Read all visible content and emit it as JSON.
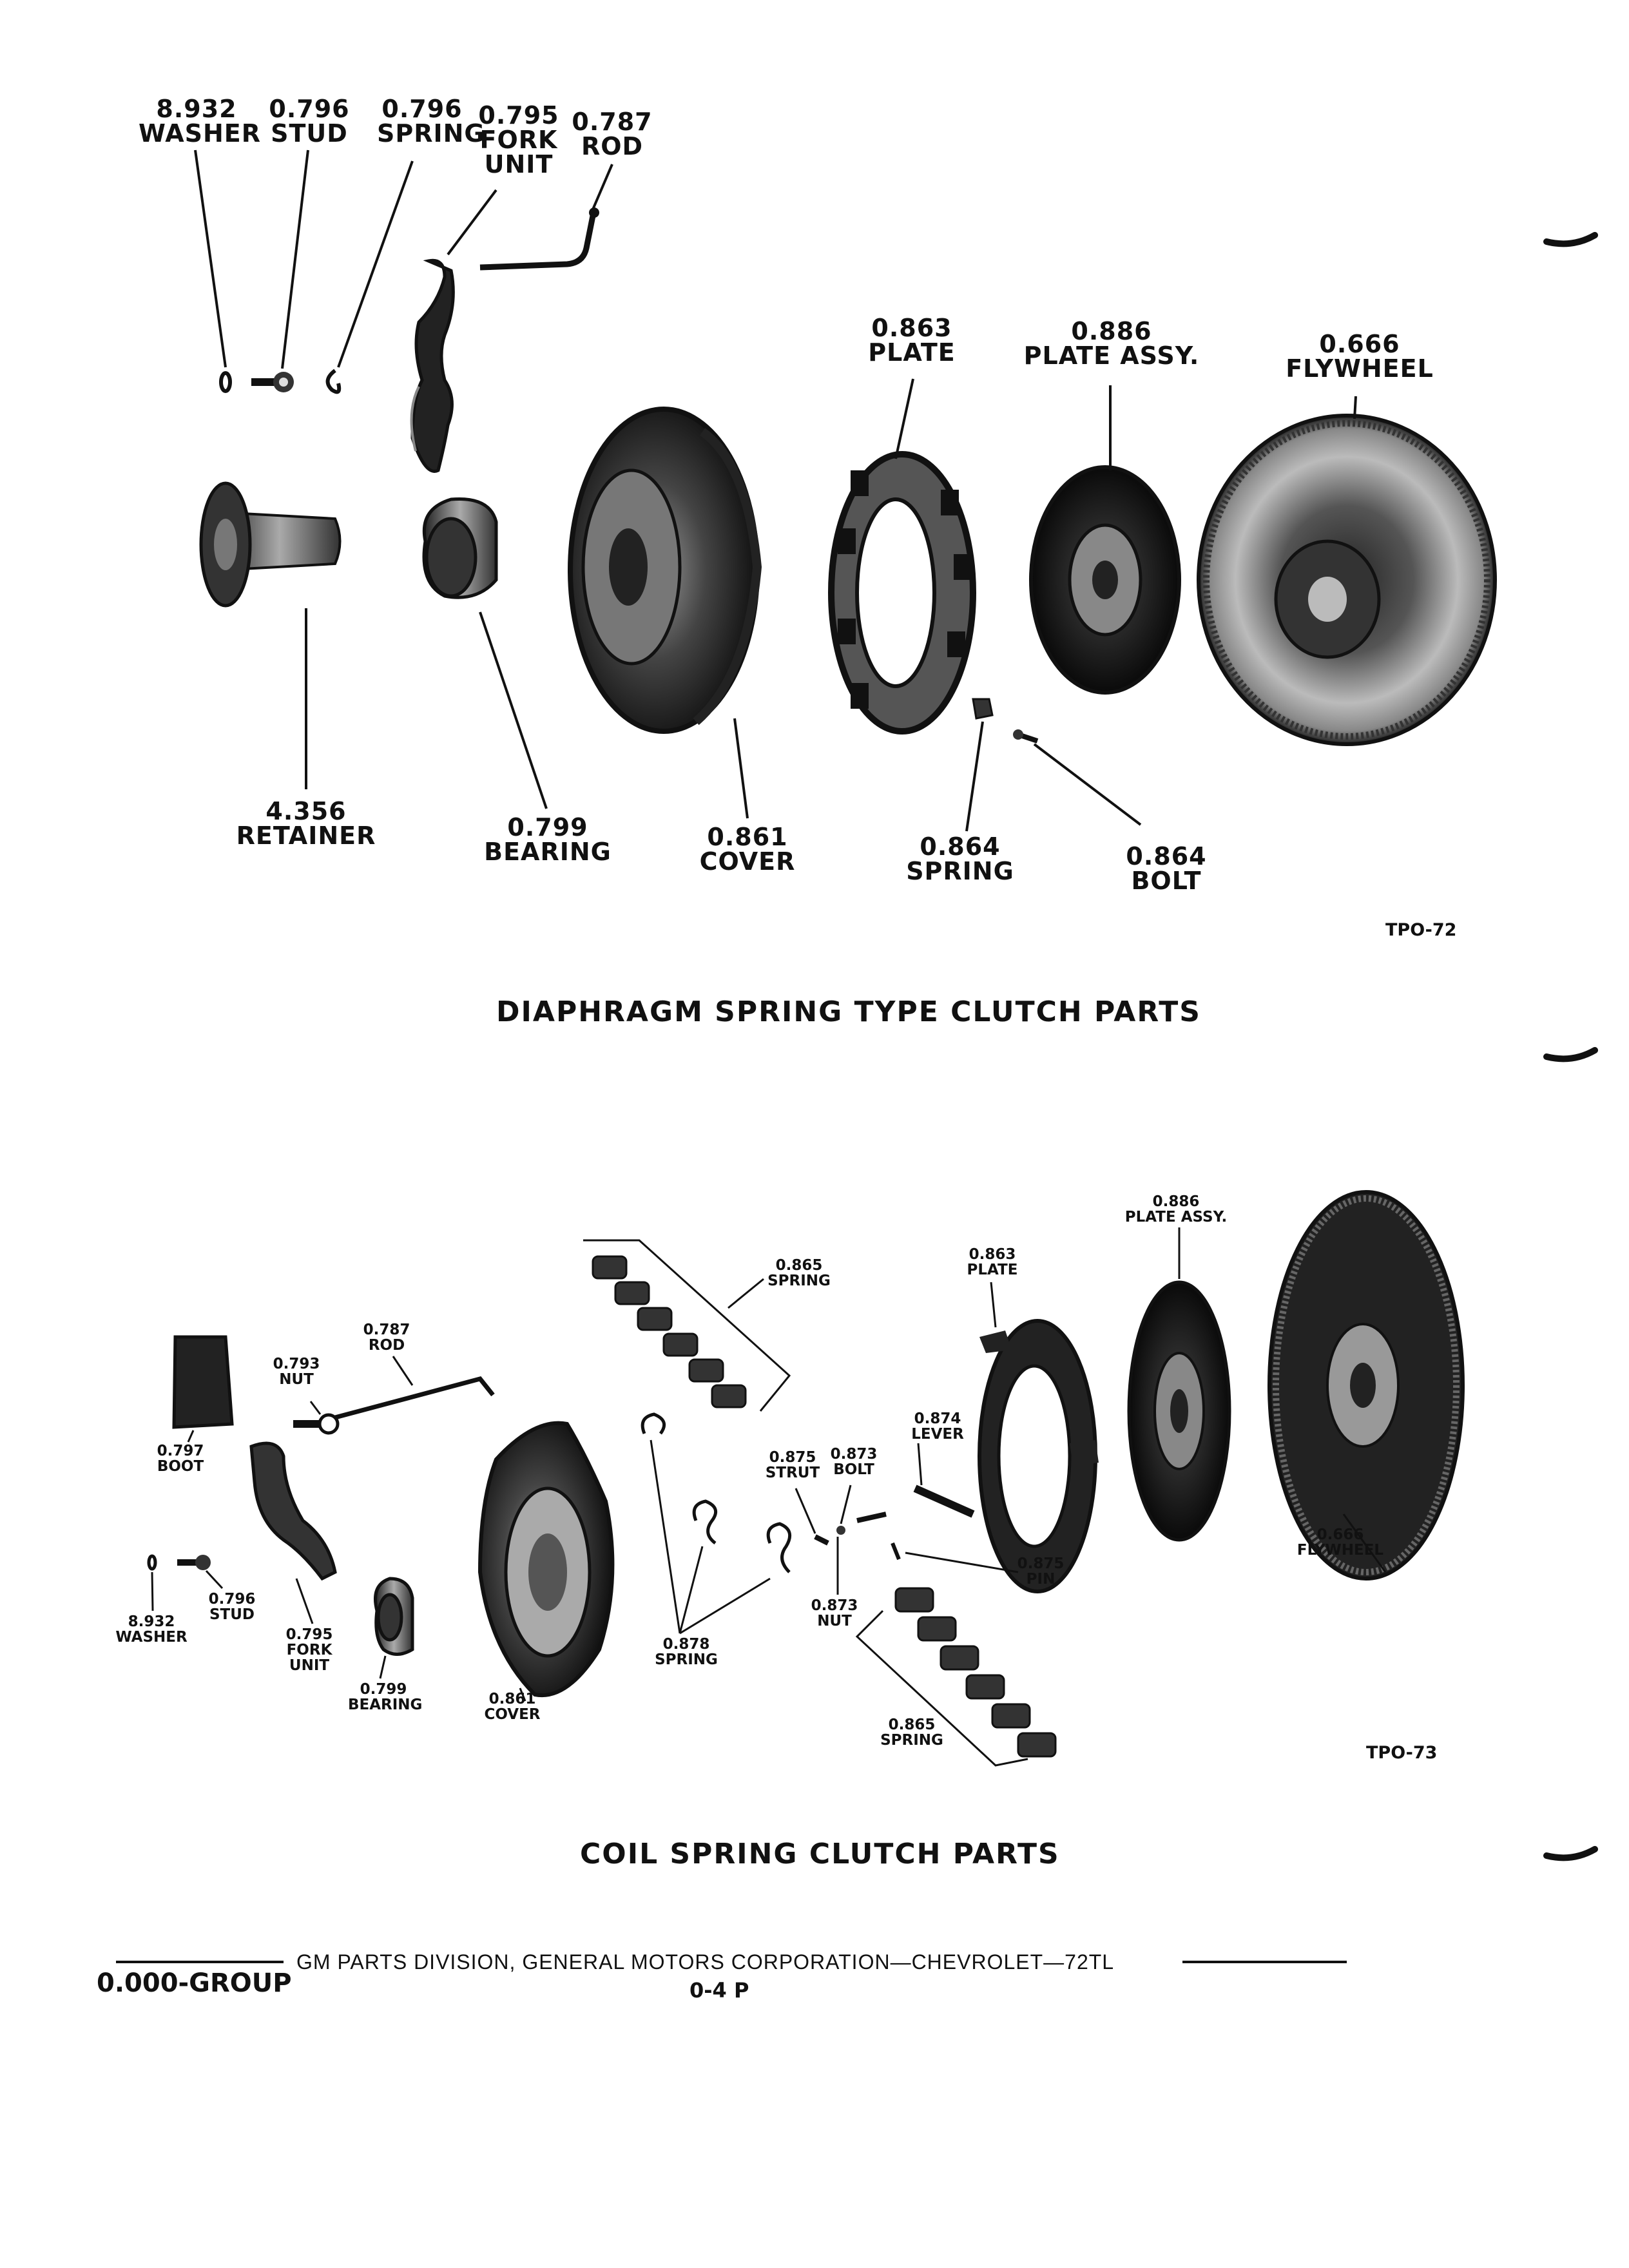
{
  "diagram1": {
    "title": "DIAPHRAGM SPRING TYPE CLUTCH PARTS",
    "ref": "TPO-72",
    "labels": {
      "washer": {
        "num": "8.932",
        "name": "WASHER"
      },
      "stud": {
        "num": "0.796",
        "name": "STUD"
      },
      "spring": {
        "num": "0.796",
        "name": "SPRING"
      },
      "fork": {
        "num": "0.795",
        "name": "FORK",
        "name2": "UNIT"
      },
      "rod": {
        "num": "0.787",
        "name": "ROD"
      },
      "plate": {
        "num": "0.863",
        "name": "PLATE"
      },
      "plate_assy": {
        "num": "0.886",
        "name": "PLATE ASSY."
      },
      "flywheel": {
        "num": "0.666",
        "name": "FLYWHEEL"
      },
      "retainer": {
        "num": "4.356",
        "name": "RETAINER"
      },
      "bearing": {
        "num": "0.799",
        "name": "BEARING"
      },
      "cover": {
        "num": "0.861",
        "name": "COVER"
      },
      "spring2": {
        "num": "0.864",
        "name": "SPRING"
      },
      "bolt": {
        "num": "0.864",
        "name": "BOLT"
      }
    }
  },
  "diagram2": {
    "title": "COIL SPRING CLUTCH PARTS",
    "ref": "TPO-73",
    "labels": {
      "boot": {
        "num": "0.797",
        "name": "BOOT"
      },
      "nut": {
        "num": "0.793",
        "name": "NUT"
      },
      "rod": {
        "num": "0.787",
        "name": "ROD"
      },
      "washer": {
        "num": "8.932",
        "name": "WASHER"
      },
      "stud": {
        "num": "0.796",
        "name": "STUD"
      },
      "fork": {
        "num": "0.795",
        "name": "FORK",
        "name2": "UNIT"
      },
      "bearing": {
        "num": "0.799",
        "name": "BEARING"
      },
      "cover": {
        "num": "0.861",
        "name": "COVER"
      },
      "spring_top": {
        "num": "0.865",
        "name": "SPRING"
      },
      "spring878": {
        "num": "0.878",
        "name": "SPRING"
      },
      "strut": {
        "num": "0.875",
        "name": "STRUT"
      },
      "bolt": {
        "num": "0.873",
        "name": "BOLT"
      },
      "nut873": {
        "num": "0.873",
        "name": "NUT"
      },
      "lever": {
        "num": "0.874",
        "name": "LEVER"
      },
      "pin": {
        "num": "0.875",
        "name": "PIN"
      },
      "spring_bottom": {
        "num": "0.865",
        "name": "SPRING"
      },
      "plate": {
        "num": "0.863",
        "name": "PLATE"
      },
      "plate_assy": {
        "num": "0.886",
        "name": "PLATE ASSY."
      },
      "flywheel": {
        "num": "0.666",
        "name": "FLYWHEEL"
      }
    }
  },
  "footer": {
    "group": "0.000-GROUP",
    "publisher": "GM PARTS DIVISION, GENERAL MOTORS CORPORATION—CHEVROLET—72TL",
    "page": "0-4 P"
  }
}
